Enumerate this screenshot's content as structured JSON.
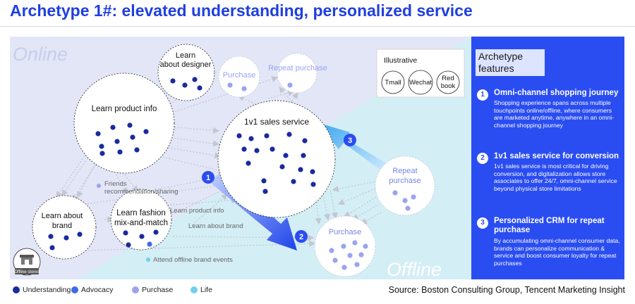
{
  "title": "Archetype 1#: elevated understanding, personalized service",
  "zones": {
    "online": "Online",
    "offline": "Offline"
  },
  "illustrative": {
    "label": "Illustrative",
    "platforms": [
      "Tmall",
      "Wechat",
      "Red book"
    ]
  },
  "nodes": {
    "learn_designer": "Learn about designer",
    "purchase_online": "Purchase",
    "repeat_purchase_online": "Repeat purchase",
    "learn_product": "Learn product info",
    "sales_1v1": "1v1 sales service",
    "repeat_purchase_offline": "Repeat purchase",
    "learn_brand": "Learn about brand",
    "learn_fashion": "Learn fashion mix-and-match",
    "purchase_offline": "Purchase"
  },
  "edge_labels": {
    "friends": "Friends recommendation/sharing",
    "learn_product_info": "Learn product info",
    "learn_about_brand": "Learn about brand",
    "offline_events": "Attend offline brand events"
  },
  "steps": [
    "1",
    "2",
    "3"
  ],
  "store_label": "Offline stores",
  "panel": {
    "title": "Archetype features",
    "features": [
      {
        "num": "1",
        "title": "Omni-channel shopping journey",
        "body": "Shopping experience spans across multiple touchpoints online/offline, where consumers are marketed anytime, anywhere in an omni-channel shopping journey"
      },
      {
        "num": "2",
        "title": "1v1 sales service for conversion",
        "body": "1v1 sales service is most critical for driving conversion, and digitalization allows store associates to offer 24/7, omni-channel service beyond physical store limitations"
      },
      {
        "num": "3",
        "title": "Personalized CRM for repeat purchase",
        "body": "By accumulating omni-channel consumer data, brands can personalize communication & service and boost consumer loyalty for repeat purchases"
      }
    ]
  },
  "legend": [
    {
      "label": "Understanding",
      "color": "#1a2a9e"
    },
    {
      "label": "Advocacy",
      "color": "#3f6ae8"
    },
    {
      "label": "Purchase",
      "color": "#9aa4ee"
    },
    {
      "label": "Life",
      "color": "#6fd0ee"
    }
  ],
  "source": "Source: Boston Consulting Group, Tencent Marketing Insight",
  "colors": {
    "brand_blue": "#2a4df2",
    "title_blue": "#1f3fe0",
    "online_bg": "#e2e6f7",
    "offline_bg": "#d4eef6"
  }
}
